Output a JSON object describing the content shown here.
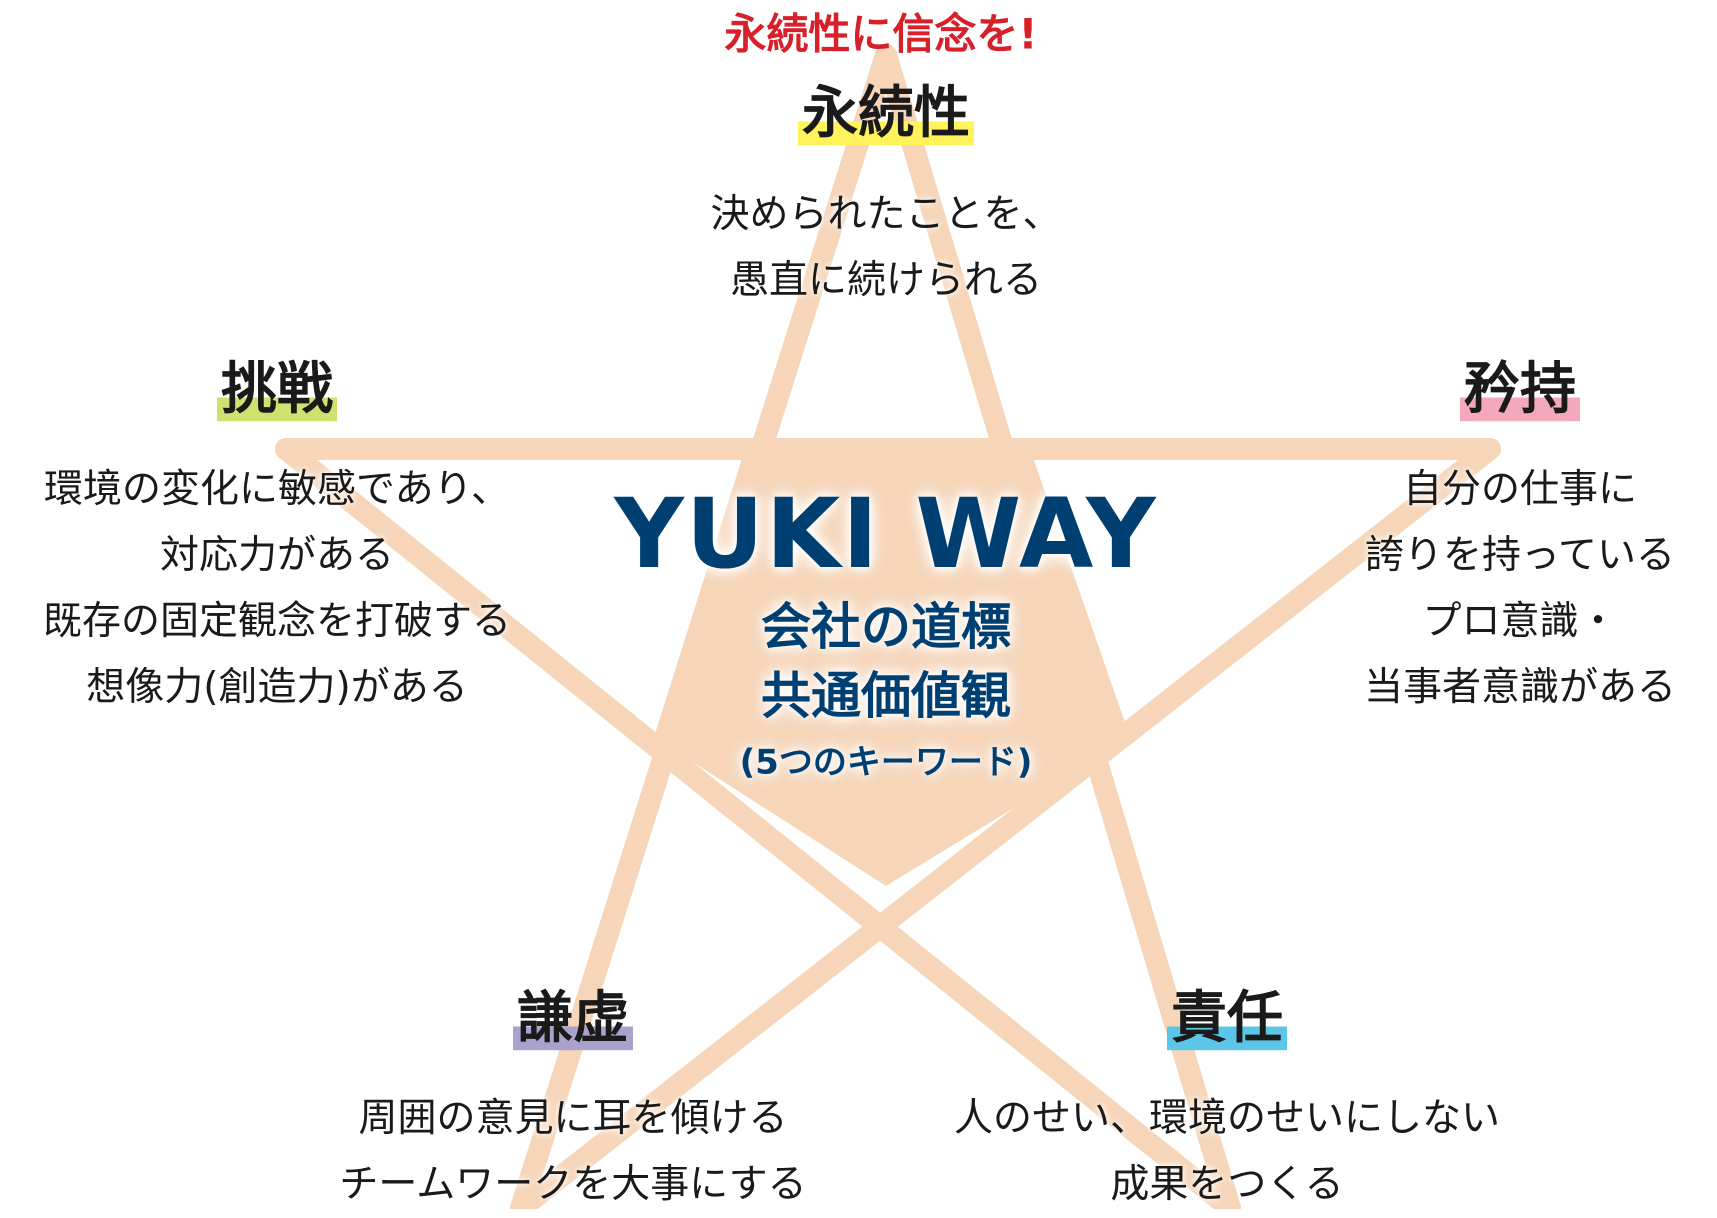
{
  "tagline": "永続性に信念を!",
  "center": {
    "title": "YUKI WAY",
    "line1": "会社の道標",
    "line2": "共通価値観",
    "line3": "(5つのキーワード)"
  },
  "colors": {
    "star": "#f6d5b8",
    "center_text": "#003f72",
    "tagline": "#d7202a"
  },
  "keywords": [
    {
      "label": "永続性",
      "highlight": "#fff25a",
      "lines": [
        "決められたことを、",
        "愚直に続けられる"
      ]
    },
    {
      "label": "挑戦",
      "highlight": "#cde26f",
      "lines": [
        "環境の変化に敏感であり、",
        "対応力がある",
        "既存の固定観念を打破する",
        "想像力(創造力)がある"
      ]
    },
    {
      "label": "矜持",
      "highlight": "#f3a9bb",
      "lines": [
        "自分の仕事に",
        "誇りを持っている",
        "プロ意識・",
        "当事者意識がある"
      ]
    },
    {
      "label": "謙虚",
      "highlight": "#a9a2cc",
      "lines": [
        "周囲の意見に耳を傾ける",
        "チームワークを大事にする"
      ]
    },
    {
      "label": "責任",
      "highlight": "#5cc6e8",
      "lines": [
        "人のせい、環境のせいにしない",
        "成果をつくる"
      ]
    }
  ]
}
